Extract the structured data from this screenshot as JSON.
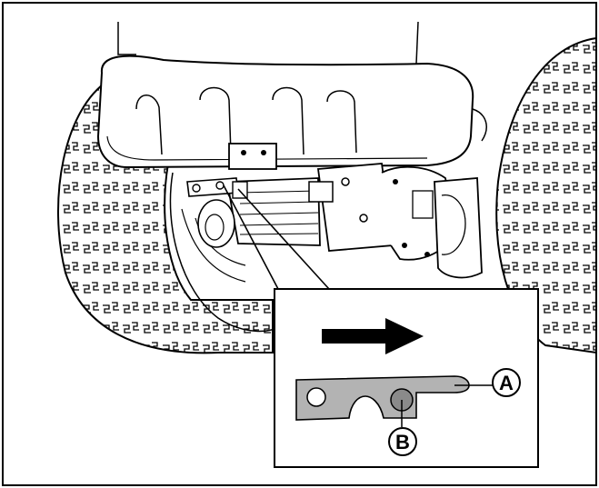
{
  "figure": {
    "callouts": [
      {
        "id": "A",
        "label": "A"
      },
      {
        "id": "B",
        "label": "B"
      }
    ],
    "colors": {
      "line": "#000000",
      "plate": "#b3b3b3",
      "pin": "#8a8a8a",
      "paper": "#ffffff"
    },
    "icons": [
      "direction-arrow-right-icon"
    ]
  }
}
